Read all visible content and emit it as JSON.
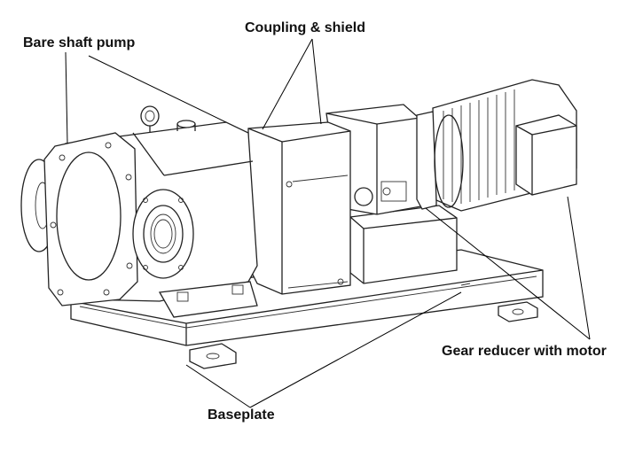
{
  "labels": {
    "bare_shaft_pump": "Bare shaft pump",
    "coupling_shield": "Coupling & shield",
    "gear_reducer_motor": "Gear reducer with motor",
    "baseplate": "Baseplate"
  }
}
